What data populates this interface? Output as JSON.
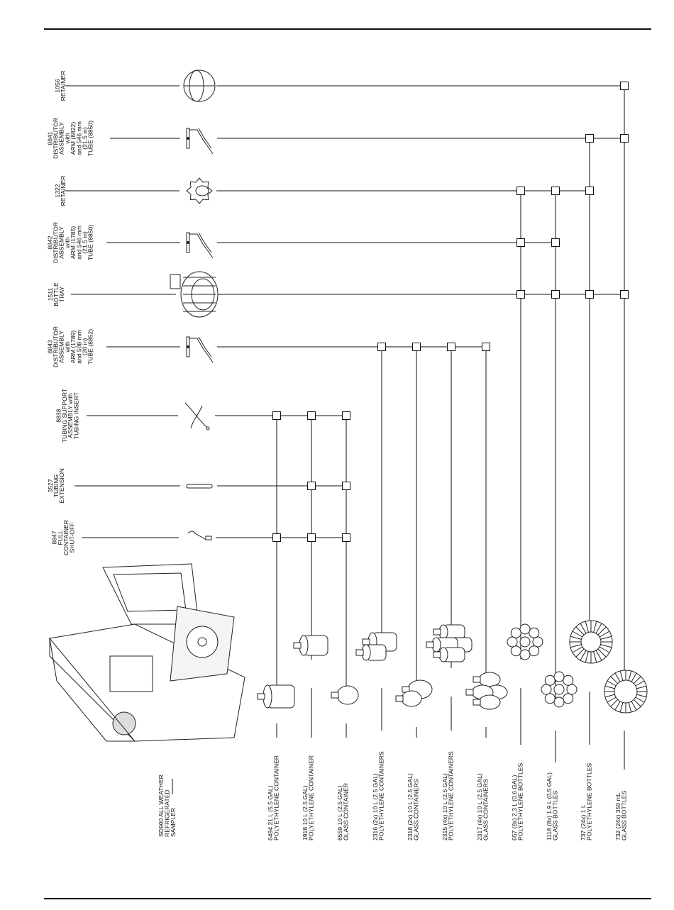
{
  "accessories": [
    {
      "id": "retainer-1056",
      "lines": [
        "1056",
        "RETAINER"
      ]
    },
    {
      "id": "distributor-8841",
      "lines": [
        "8841",
        "DISTRIBUTOR",
        "ASSEMBLY",
        "with",
        "ARM (8822)",
        "and 546 mm",
        "(21.5 in)",
        "TUBE (8850)"
      ]
    },
    {
      "id": "retainer-1322",
      "lines": [
        "1322",
        "RETAINER"
      ]
    },
    {
      "id": "distributor-8842",
      "lines": [
        "8842",
        "DISTRIBUTOR",
        "ASSEMBLY",
        "with",
        "ARM (1785)",
        "and 546 mm",
        "(21.5 in)",
        "TUBE (8850)"
      ]
    },
    {
      "id": "bottle-tray-1511",
      "lines": [
        "1511",
        "BOTTLE",
        "TRAY"
      ]
    },
    {
      "id": "distributor-8843",
      "lines": [
        "8843",
        "DISTRIBUTOR",
        "ASSEMBLY",
        "with",
        "ARM (1789)",
        "and 508 mm",
        "(20 in)",
        "TUBE (8852)"
      ]
    },
    {
      "id": "tubing-support-8838",
      "lines": [
        "8838",
        "TUBING SUPPORT",
        "ASSEMBLY with",
        "TUBING INSERT"
      ]
    },
    {
      "id": "tubing-extension-3527",
      "lines": [
        "3527",
        "TUBING",
        "EXTENSION"
      ]
    },
    {
      "id": "shutoff-8847",
      "lines": [
        "8847",
        "FULL",
        "CONTAINER",
        "SHUT-OFF"
      ]
    }
  ],
  "sampler": {
    "lines": [
      "SD900 ALL WEATHER",
      "REFRIGERATED",
      "SAMPLER"
    ]
  },
  "containers": [
    {
      "id": "c6494",
      "lines": [
        "6494  21 L (5.5 GAL)",
        "POLYETHYLENE CONTAINER"
      ]
    },
    {
      "id": "c1918",
      "lines": [
        "1918  10 L (2.5 GAL)",
        "POLYETHYLENE CONTAINER"
      ]
    },
    {
      "id": "c6559",
      "lines": [
        "6559  10 L (2.5 GAL)",
        "GLASS CONTAINER"
      ]
    },
    {
      "id": "c2316",
      "lines": [
        "2316 (2x) 10 L (2.5 GAL)",
        "POLYETHYLENE CONTAINERS"
      ]
    },
    {
      "id": "c2318",
      "lines": [
        "2318 (2x) 10 L (2.5 GAL)",
        "GLASS CONTAINERS"
      ]
    },
    {
      "id": "c2315",
      "lines": [
        "2315 (4x) 10 L (2.5 GAL)",
        "POLYETHYLENE CONTAINERS"
      ]
    },
    {
      "id": "c2317",
      "lines": [
        "2317 (4x) 10 L (2.5 GAL)",
        "GLASS CONTAINERS"
      ]
    },
    {
      "id": "c657",
      "lines": [
        "657 (8x) 2.3 L (0.6 GAL)",
        "POLYETHYLENE BOTTLES"
      ]
    },
    {
      "id": "c1118",
      "lines": [
        "1118 (8x) 1.9 L (0.5 GAL)",
        "GLASS BOTTLES"
      ]
    },
    {
      "id": "c737",
      "lines": [
        "737 (24x) 1 L",
        "POLYETHYLENE BOTTLES"
      ]
    },
    {
      "id": "c732",
      "lines": [
        "732 (24x) 350 mL",
        "GLASS BOTTLES"
      ]
    }
  ],
  "compatibility": {
    "c6494": [
      "shutoff-8847",
      "tubing-support-8838"
    ],
    "c1918": [
      "shutoff-8847",
      "tubing-extension-3527",
      "tubing-support-8838"
    ],
    "c6559": [
      "shutoff-8847",
      "tubing-extension-3527",
      "tubing-support-8838"
    ],
    "c2316": [
      "distributor-8843"
    ],
    "c2318": [
      "distributor-8843"
    ],
    "c2315": [
      "distributor-8843"
    ],
    "c2317": [
      "distributor-8843"
    ],
    "c657": [
      "bottle-tray-1511",
      "distributor-8842",
      "retainer-1322"
    ],
    "c1118": [
      "bottle-tray-1511",
      "distributor-8842",
      "retainer-1322"
    ],
    "c737": [
      "bottle-tray-1511",
      "retainer-1322",
      "distributor-8841"
    ],
    "c732": [
      "bottle-tray-1511",
      "distributor-8841",
      "retainer-1056"
    ]
  }
}
